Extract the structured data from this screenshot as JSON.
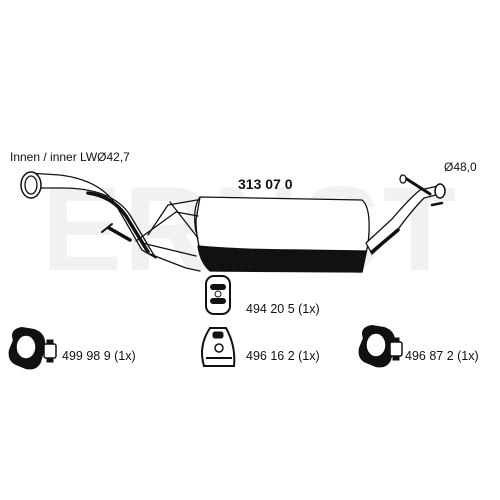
{
  "diagram": {
    "watermark": "ERNST",
    "inner_diameter_label": "Innen / inner LWØ42,7",
    "outlet_diameter_label": "Ø48,0",
    "main_part_number": "313 07 0",
    "parts": [
      {
        "number": "494 20 5 (1x)",
        "kind": "rubber-hanger"
      },
      {
        "number": "499 98 9 (1x)",
        "kind": "pipe-clamp"
      },
      {
        "number": "496 16 2 (1x)",
        "kind": "rubber-mount"
      },
      {
        "number": "496 87 2 (1x)",
        "kind": "pipe-clamp"
      }
    ]
  }
}
